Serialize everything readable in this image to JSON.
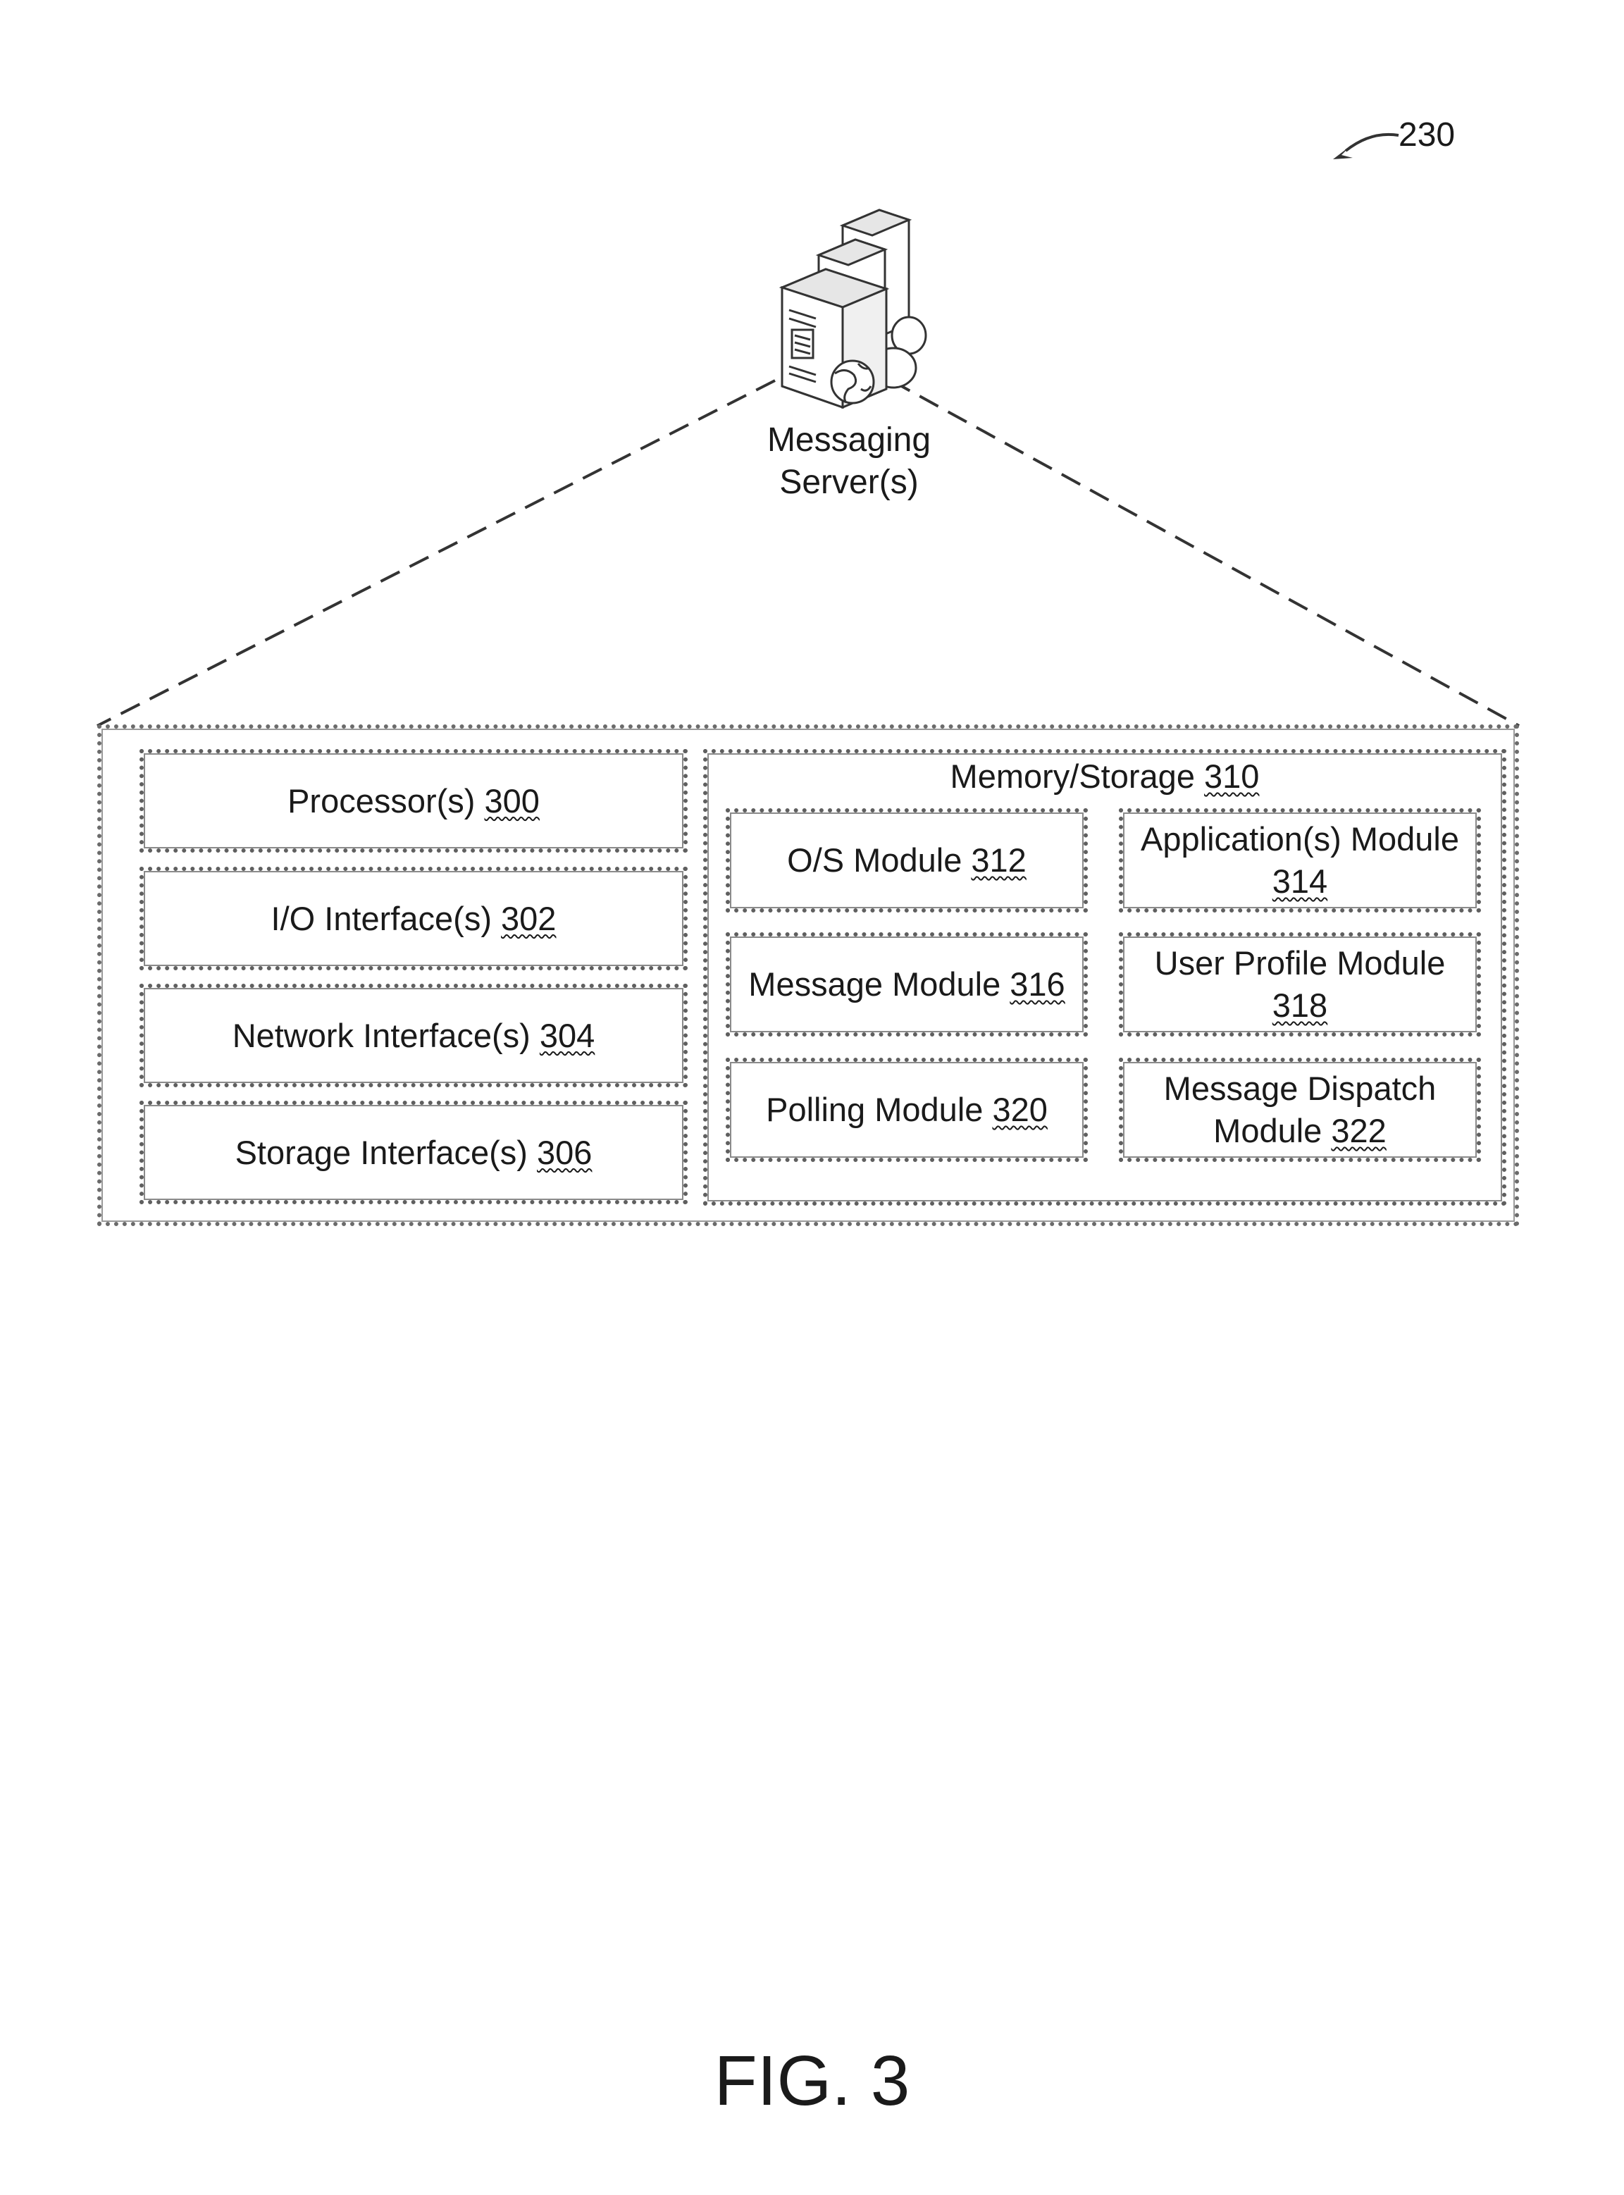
{
  "reference_numeral": "230",
  "server": {
    "label_line1": "Messaging",
    "label_line2": "Server(s)"
  },
  "left_column": [
    {
      "name": "Processor(s)",
      "number": "300"
    },
    {
      "name": "I/O Interface(s)",
      "number": "302"
    },
    {
      "name": "Network Interface(s)",
      "number": "304"
    },
    {
      "name": "Storage Interface(s)",
      "number": "306"
    }
  ],
  "memory": {
    "title": "Memory/Storage",
    "number": "310",
    "modules": [
      {
        "line1": "O/S Module",
        "line1_number": "312",
        "line2_number": ""
      },
      {
        "line1": "Application(s) Module",
        "line1_number": "",
        "line2_number": "314"
      },
      {
        "line1": "Message Module",
        "line1_number": "316",
        "line2_number": ""
      },
      {
        "line1": "User Profile Module",
        "line1_number": "",
        "line2_number": "318"
      },
      {
        "line1": "Polling Module",
        "line1_number": "320",
        "line2_number": ""
      },
      {
        "line1": "Message Dispatch",
        "line1_number": "",
        "line2_text": "Module",
        "line2_number": "322"
      }
    ]
  },
  "figure_label": "FIG. 3"
}
